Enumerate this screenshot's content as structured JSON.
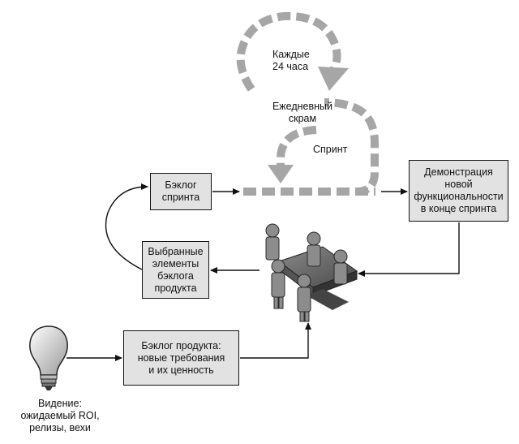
{
  "cycle": {
    "every_24h": "Каждые\n24 часа",
    "daily_scrum": "Ежедневный\nскрам",
    "sprint": "Спринт"
  },
  "boxes": {
    "sprint_backlog": "Бэклог\nспринта",
    "demo": "Демонстрация\nновой\nфункциональности\nв конце спринта",
    "selected_items": "Выбранные\nэлементы\nбэклога\nпродукта",
    "product_backlog": "Бэклог продукта:\nновые требования\nи их ценность"
  },
  "vision": "Видение:\nожидаемый ROI,\nрелизы, вехи",
  "colors": {
    "box_fill": "#e2e2e2",
    "dashed_arrow": "#a6a6a6",
    "line": "#111111"
  },
  "icons": [
    "lightbulb-icon",
    "team-meeting-icon"
  ]
}
